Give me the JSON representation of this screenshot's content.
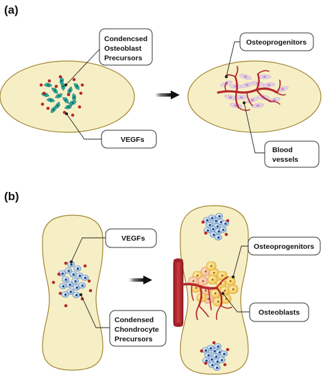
{
  "panels": {
    "a": {
      "letter": "(a)",
      "labels": {
        "condensed_precursors": [
          "Condencsed",
          "Osteoblast",
          "Precursors"
        ],
        "vegfs": "VEGFs",
        "osteoprogenitors": "Osteoprogenitors",
        "blood_vessels": [
          "Blood",
          "vessels"
        ]
      }
    },
    "b": {
      "letter": "(b)",
      "labels": {
        "vegfs": "VEGFs",
        "condensed_precursors": [
          "Condensed",
          "Chondrocyte",
          "Precursors"
        ],
        "osteoprogenitors": "Osteoprogenitors",
        "osteoblasts": "Osteoblasts"
      }
    }
  },
  "colors": {
    "tissue_fill": "#f6efc6",
    "tissue_stroke": "#a0842e",
    "vegf_dot": "#b5282e",
    "osteoblast_precursor": "#2fa99c",
    "osteoprogenitor": "#e6cfe6",
    "vessel": "#b5282e",
    "chondrocyte": "#aac9ea",
    "osteoblast": "#f3c44a",
    "arrow": "#222222"
  },
  "icons": [
    "arrow-right-icon"
  ]
}
